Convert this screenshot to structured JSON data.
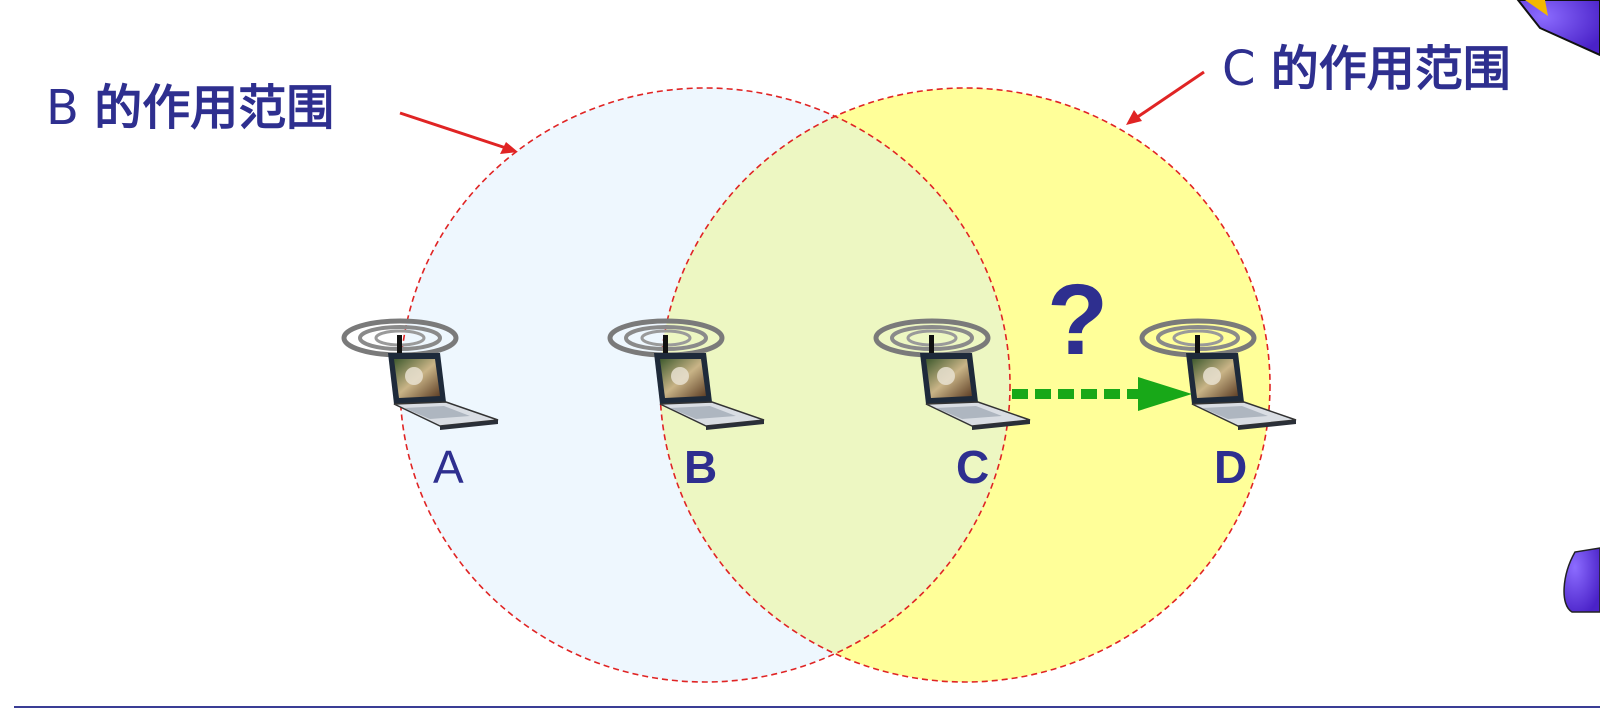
{
  "labels": {
    "b_range_prefix": "B",
    "b_range_text": "的作用范围",
    "c_range_prefix": "C",
    "c_range_text": "的作用范围"
  },
  "nodes": {
    "a": "A",
    "b": "B",
    "c": "C",
    "d": "D"
  },
  "question_mark": "?",
  "colors": {
    "label_text": "#2e2f8f",
    "b_range_fill": "#eef7fe",
    "c_range_fill": "#ffff99",
    "overlap_fill": "#edf7c2",
    "range_outline": "#e02424",
    "annotation_arrow": "#e02424",
    "transmission_arrow": "#18a818",
    "bottom_rule": "#3a3d95"
  }
}
